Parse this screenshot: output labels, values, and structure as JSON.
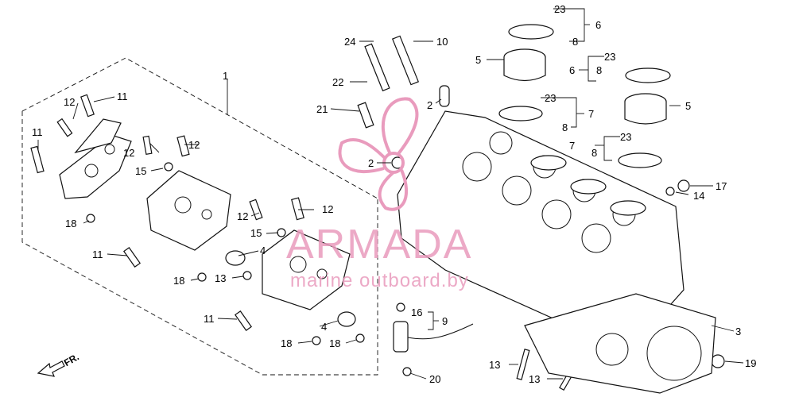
{
  "watermark": {
    "brand": "ARMADA",
    "sub": "marine outboard.by",
    "color": "#e99bbd"
  },
  "direction_label": "FR.",
  "callouts": {
    "c1": "1",
    "c2a": "2",
    "c2b": "2",
    "c3": "3",
    "c4a": "4",
    "c4b": "4",
    "c5a": "5",
    "c5b": "5",
    "c6a": "6",
    "c6b": "6",
    "c7a": "7",
    "c7b": "7",
    "c8a": "8",
    "c8b": "8",
    "c8c": "8",
    "c8d": "8",
    "c9": "9",
    "c10": "10",
    "c11a": "11",
    "c11b": "11",
    "c11c": "11",
    "c11d": "11",
    "c12a": "12",
    "c12b": "12",
    "c12c": "12",
    "c12d": "12",
    "c12e": "12",
    "c13a": "13",
    "c13b": "13",
    "c13c": "13",
    "c14": "14",
    "c15a": "15",
    "c15b": "15",
    "c16": "16",
    "c17": "17",
    "c18a": "18",
    "c18b": "18",
    "c18c": "18",
    "c18d": "18",
    "c19": "19",
    "c20": "20",
    "c21": "21",
    "c22": "22",
    "c23a": "23",
    "c23b": "23",
    "c23c": "23",
    "c23d": "23",
    "c24": "24"
  }
}
